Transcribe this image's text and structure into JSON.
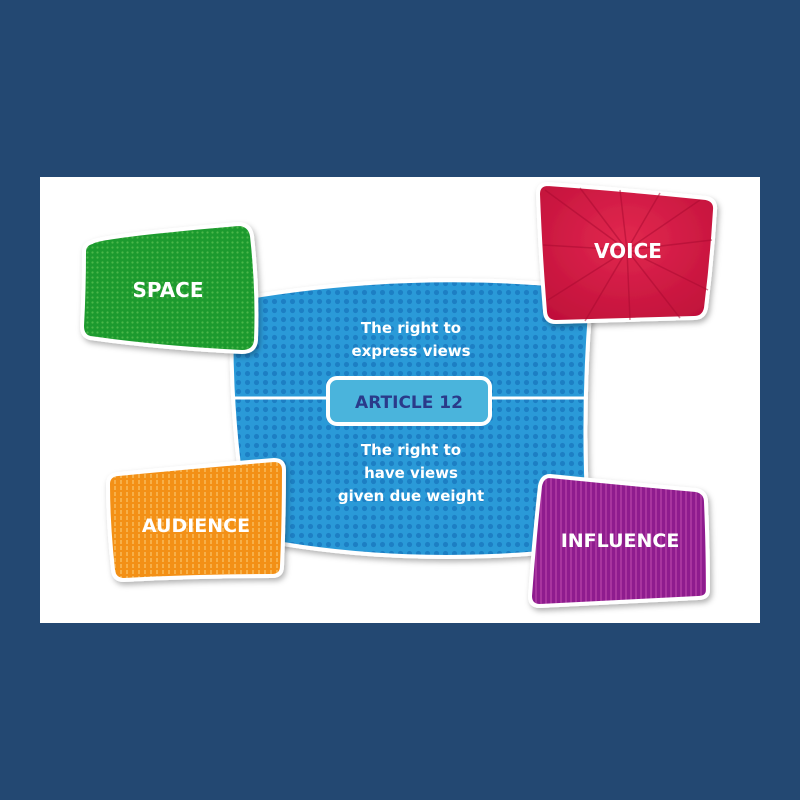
{
  "diagram": {
    "center": {
      "title": "ARTICLE 12",
      "top_text": [
        "The right to",
        "express views"
      ],
      "bottom_text": [
        "The right to",
        "have views",
        "given due weight"
      ],
      "color": "#2a9ad8"
    },
    "boxes": [
      {
        "label": "SPACE",
        "color": "#1e9a2e"
      },
      {
        "label": "VOICE",
        "color": "#d4153f"
      },
      {
        "label": "AUDIENCE",
        "color": "#f39019"
      },
      {
        "label": "INFLUENCE",
        "color": "#8e1f8e"
      }
    ],
    "background_color": "#234872"
  }
}
